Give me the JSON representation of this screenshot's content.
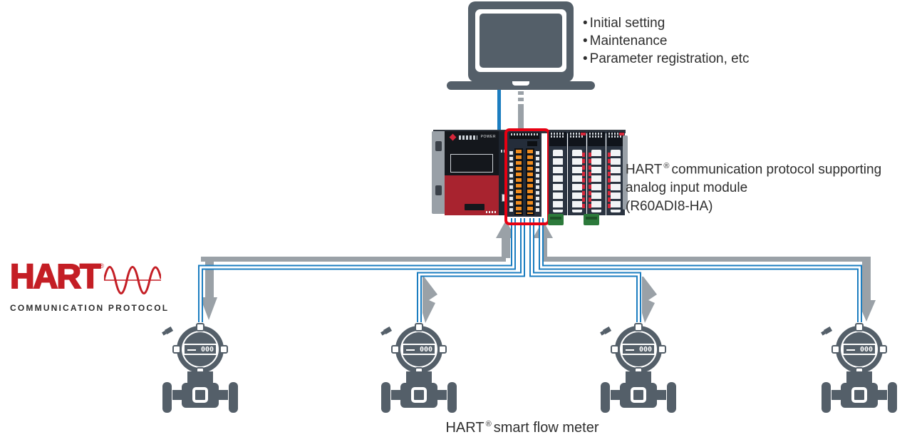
{
  "colors": {
    "device_gray": "#545f69",
    "cable_blue": "#1b7dc0",
    "bus_gray": "#9aa1a7",
    "highlight_red": "#e60012",
    "hart_red": "#c41e25"
  },
  "callouts": {
    "bullet": "•",
    "items": [
      "Initial setting",
      "Maintenance",
      "Parameter registration, etc"
    ]
  },
  "module_label": {
    "brand": "HART",
    "reg": "®",
    "line1_rest": "communication protocol supporting",
    "line2": "analog input module",
    "line3": "(R60ADI8-HA)"
  },
  "hart_logo": {
    "title": "HART",
    "reg": "®",
    "subtitle": "COMMUNICATION PROTOCOL"
  },
  "plc": {
    "power_label": "POWER"
  },
  "meters": {
    "display": "000"
  },
  "caption": {
    "brand": "HART",
    "reg": "®",
    "rest": "smart flow meter"
  }
}
